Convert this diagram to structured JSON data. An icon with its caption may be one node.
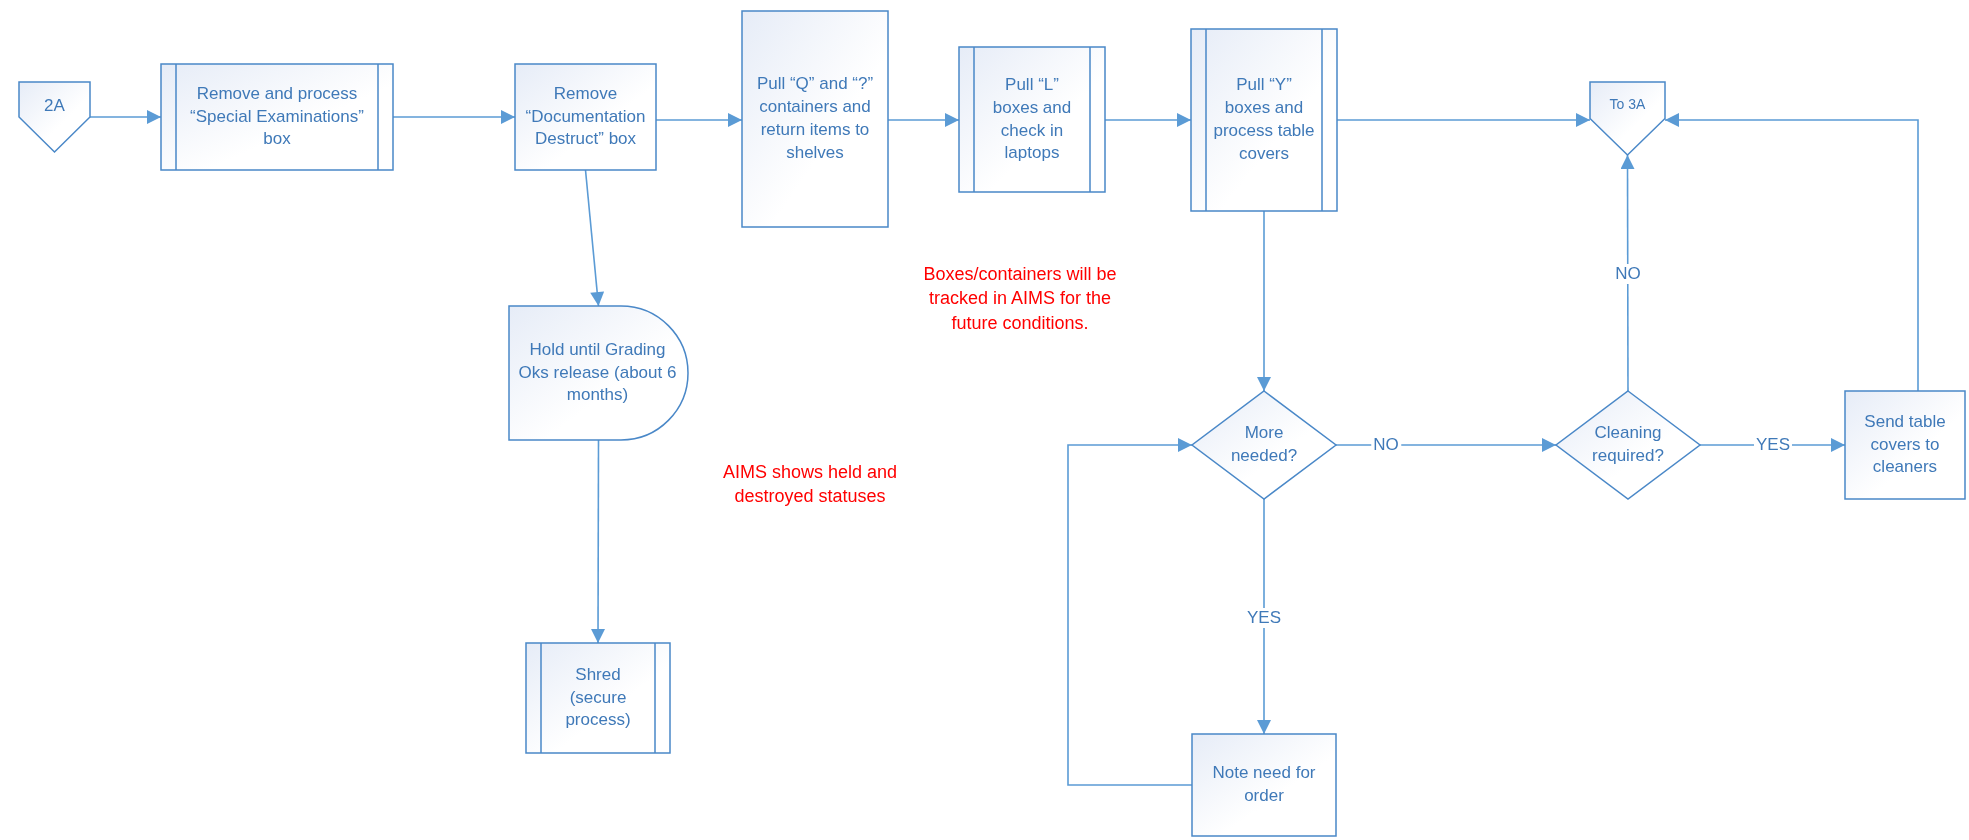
{
  "diagram": {
    "nodes": [
      {
        "text": [
          "2A"
        ]
      },
      {
        "text": [
          "Remove and process “Special Examinations” box"
        ]
      },
      {
        "text": [
          "Remove “Documentation Destruct” box"
        ]
      },
      {
        "text": [
          "Pull “Q” and “?” containers and return items to shelves"
        ]
      },
      {
        "text": [
          "Pull “L” boxes and check in laptops"
        ]
      },
      {
        "text": [
          "Pull “Y” boxes and process table covers"
        ]
      },
      {
        "text": [
          "To 3A"
        ]
      },
      {
        "text": [
          "Hold until Grading Oks release (about 6 months)"
        ]
      },
      {
        "text": [
          "Shred (secure process)"
        ]
      },
      {
        "text": [
          "More needed?"
        ]
      },
      {
        "text": [
          "Cleaning required?"
        ]
      },
      {
        "text": [
          "Send table covers to cleaners"
        ]
      },
      {
        "text": [
          "Note need for order"
        ]
      }
    ],
    "edges": [
      {
        "from": 0,
        "to": 1,
        "arrow": "to"
      },
      {
        "from": 1,
        "to": 2,
        "arrow": "to"
      },
      {
        "from": 2,
        "to": 3,
        "arrow": "to"
      },
      {
        "from": 3,
        "to": 4,
        "arrow": "to"
      },
      {
        "from": 4,
        "to": 5,
        "arrow": "to"
      },
      {
        "from": 5,
        "to": 6,
        "arrow": "to"
      },
      {
        "from": 2,
        "to": 7,
        "arrow": "to"
      },
      {
        "from": 7,
        "to": 8,
        "arrow": "to"
      },
      {
        "from": 5,
        "to": 9,
        "arrow": "to"
      },
      {
        "from": 9,
        "to": 10,
        "arrow": "to",
        "label": "NO"
      },
      {
        "from": 9,
        "to": 12,
        "arrow": "to",
        "label": "YES"
      },
      {
        "from": 10,
        "to": 11,
        "arrow": "to",
        "label": "YES"
      },
      {
        "from": 10,
        "to": 6,
        "arrow": "to",
        "label": "NO"
      },
      {
        "from": 11,
        "to": 6,
        "arrow": "to"
      },
      {
        "from": 12,
        "to": 9,
        "arrow": "to"
      }
    ],
    "labels": [
      "Boxes/containers will be tracked in AIMS for the future conditions.",
      "AIMS shows held and destroyed statuses"
    ]
  }
}
